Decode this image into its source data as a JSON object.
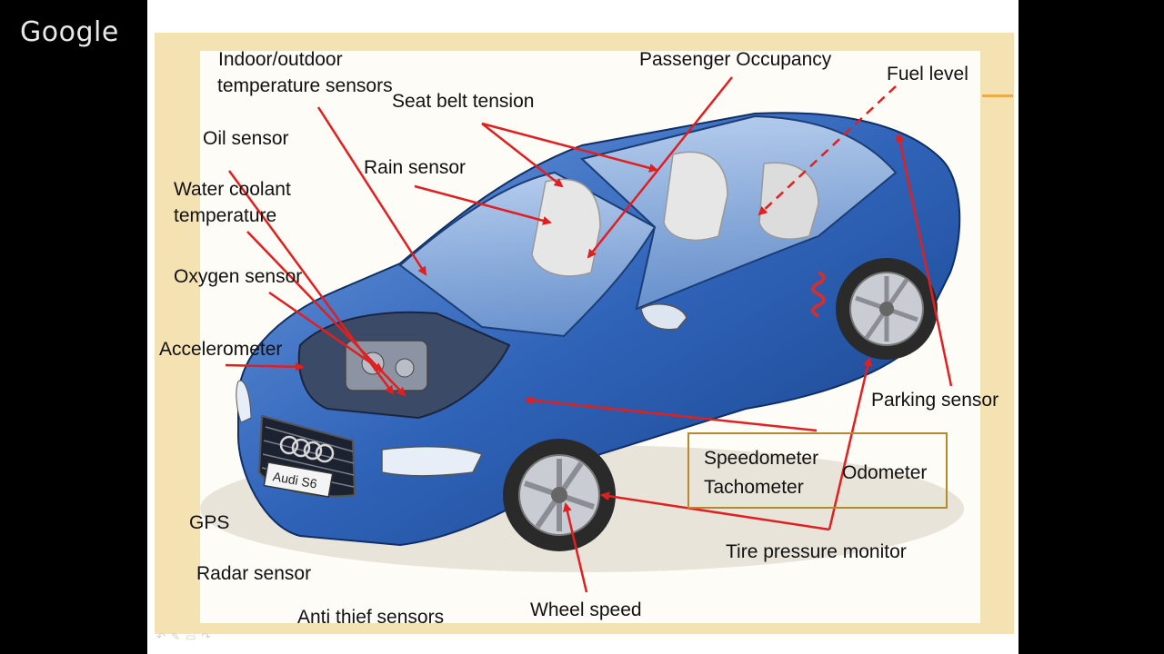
{
  "brand": "Google",
  "colors": {
    "arrow": "#e02020",
    "car": "#2f63b8",
    "box_border": "#b8892a"
  },
  "labels": {
    "indoor_outdoor": "Indoor/outdoor",
    "temperature_sensors": "temperature sensors",
    "passenger_occupancy": "Passenger Occupancy",
    "fuel_level": "Fuel level",
    "seat_belt_tension": "Seat belt tension",
    "oil_sensor": "Oil sensor",
    "rain_sensor": "Rain sensor",
    "water_coolant": "Water coolant",
    "temperature": "temperature",
    "oxygen_sensor": "Oxygen sensor",
    "accelerometer": "Accelerometer",
    "parking_sensor": "Parking sensor",
    "speedometer": "Speedometer",
    "tachometer": "Tachometer",
    "odometer": "Odometer",
    "gps": "GPS",
    "tire_pressure_monitor": "Tire pressure monitor",
    "radar_sensor": "Radar sensor",
    "wheel_speed": "Wheel speed",
    "anti_thief_sensors": "Anti thief sensors",
    "license_plate": "Audi S6"
  }
}
